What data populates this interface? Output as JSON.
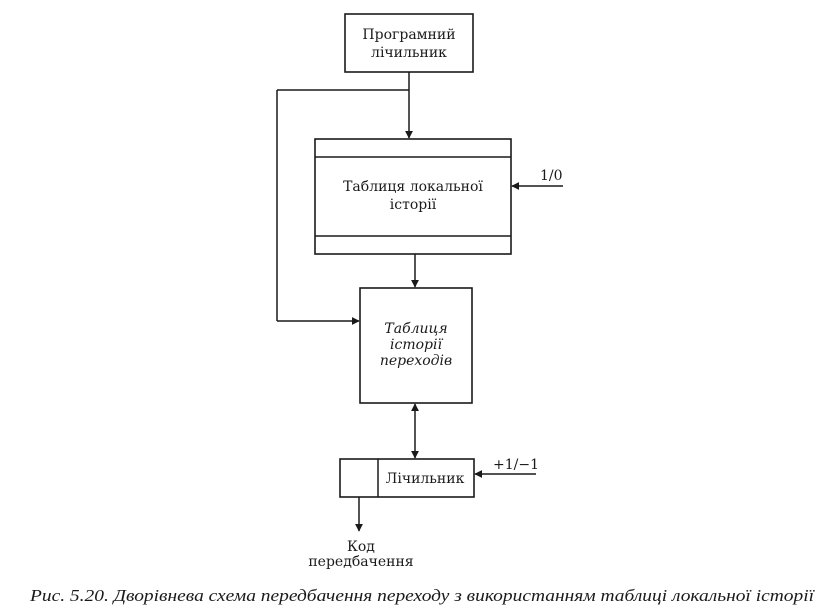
{
  "diagram": {
    "program_counter": {
      "line1": "Програмний",
      "line2": "лічильник"
    },
    "local_history_table": {
      "line1": "Таблиця локальної",
      "line2": "історії"
    },
    "branch_history_table": {
      "line1": "Таблиця",
      "line2": "історії",
      "line3": "переходів"
    },
    "counter": {
      "label": "Лічильник"
    },
    "input_local": "1/0",
    "input_counter": "+1/−1",
    "output": {
      "line1": "Код",
      "line2": "передбачення"
    }
  },
  "caption": "Рис. 5.20. Дворівнева схема передбачення переходу з використанням таблиці локальної історії"
}
